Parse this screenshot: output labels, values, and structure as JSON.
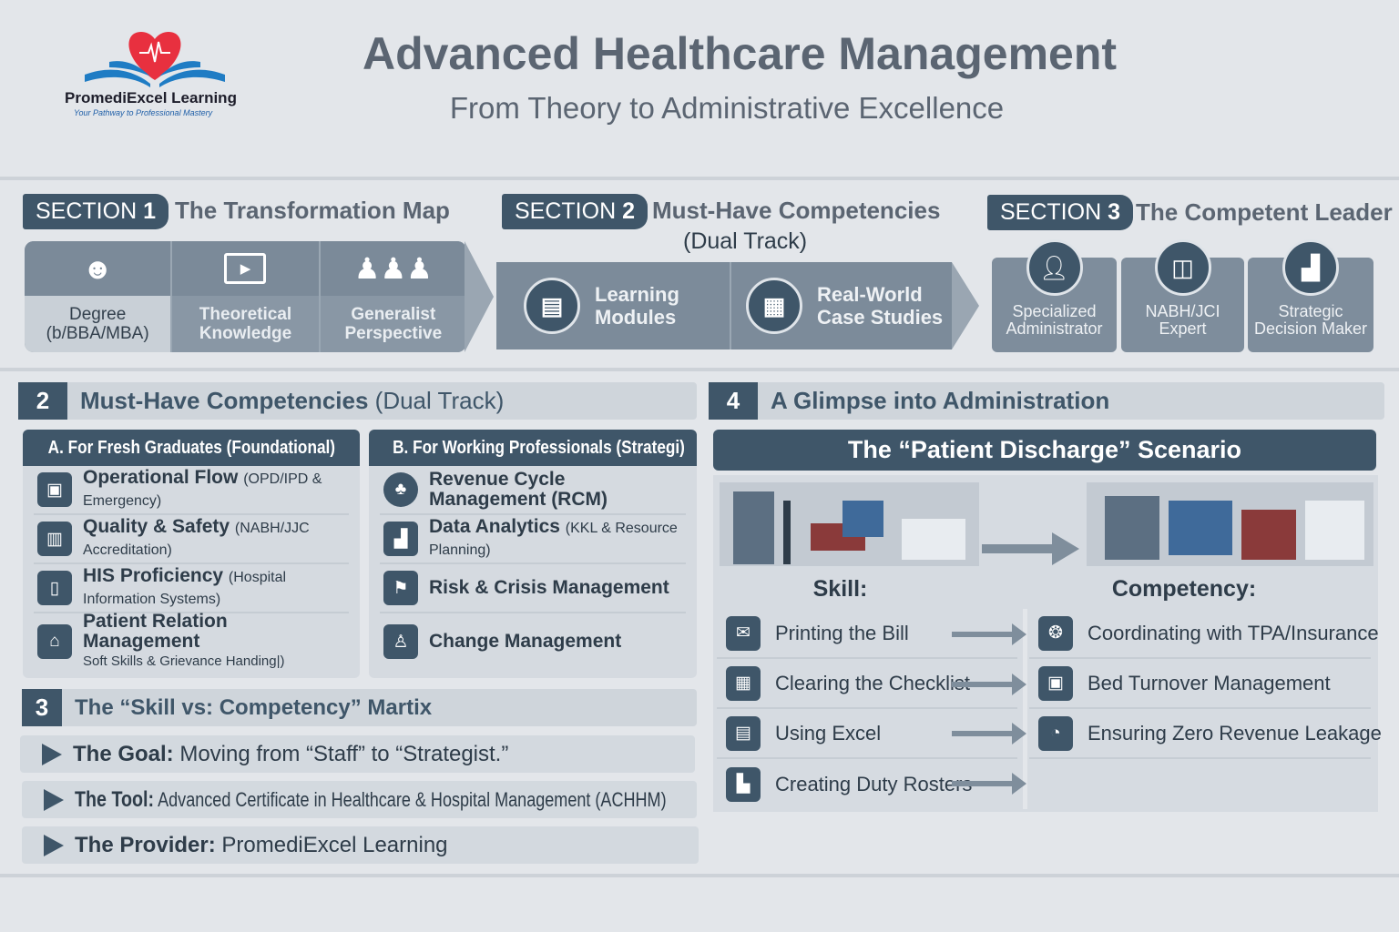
{
  "brand": {
    "name": "PromediExcel Learning",
    "tagline": "Your Pathway to Professional Mastery"
  },
  "header": {
    "title": "Advanced Healthcare Management",
    "subtitle": "From Theory to Administrative Excellence"
  },
  "section1": {
    "tag_word": "SECTION",
    "tag_num": "1",
    "title": "The Transformation Map",
    "steps": [
      {
        "label": "Degree",
        "sub": "(b/BBA/MBA)",
        "icon": "graduate-icon"
      },
      {
        "label": "Theoretical",
        "sub": "Knowledge",
        "icon": "video-screen-icon"
      },
      {
        "label": "Generalist",
        "sub": "Perspective",
        "icon": "people-group-icon"
      }
    ]
  },
  "section2": {
    "tag_word": "SECTION",
    "tag_num": "2",
    "title": "Must-Have Competencies",
    "subtitle": "(Dual Track)",
    "tracks": [
      {
        "line1": "Learning",
        "line2": "Modules",
        "icon": "modules-icon"
      },
      {
        "line1": "Real-World",
        "line2": "Case Studies",
        "icon": "grid-icon"
      }
    ]
  },
  "section3": {
    "tag_word": "SECTION",
    "tag_num": "3",
    "title": "The Competent Leader",
    "roles": [
      {
        "line1": "Specialized",
        "line2": "Administrator",
        "icon": "user-icon"
      },
      {
        "line1": "NABH/JCI",
        "line2": "Expert",
        "icon": "badge-icon"
      },
      {
        "line1": "Strategic",
        "line2": "Decision Maker",
        "icon": "chart-icon"
      }
    ]
  },
  "competencies": {
    "num": "2",
    "title": "Must-Have Competencies",
    "title_suffix": "(Dual Track)",
    "colA": {
      "header": "A. For Fresh Graduates (Foundational)",
      "items": [
        {
          "title": "Operational Flow",
          "detail": "(OPD/IPD & Emergency)"
        },
        {
          "title": "Quality & Safety",
          "detail": "(NABH/JJC Accreditation)"
        },
        {
          "title": "HIS Proficiency",
          "detail": "(Hospital Information Systems)"
        },
        {
          "title": "Patient Relation Management",
          "detail": "Soft Skills & Grievance Handing|)"
        }
      ]
    },
    "colB": {
      "header": "B. For Working Professionals (Strategi)",
      "items": [
        {
          "title": "Revenue Cycle Management (RCM)",
          "detail": ""
        },
        {
          "title": "Data Analytics",
          "detail": "(KKL & Resource Planning)"
        },
        {
          "title": "Risk & Crisis Management",
          "detail": ""
        },
        {
          "title": "Change Management",
          "detail": ""
        }
      ]
    }
  },
  "matrix": {
    "num": "3",
    "title": "The “Skill vs: Competency” Martix",
    "rows": [
      {
        "label": "The Goal:",
        "text": "Moving from “Staff” to “Strategist.”"
      },
      {
        "label": "The Tool:",
        "text": "Advanced Certificate in Healthcare & Hospital Management (ACHHM)"
      },
      {
        "label": "The Provider:",
        "text": "PromediExcel Learning"
      }
    ]
  },
  "admin": {
    "num": "4",
    "title": "A Glimpse into Administration",
    "scenario": "The “Patient Discharge” Scenario",
    "skill_header": "Skill:",
    "competency_header": "Competency:",
    "skills": [
      "Printing the Bill",
      "Clearing the Checklist",
      "Using Excel",
      "Creating Duty Rosters"
    ],
    "competencies": [
      "Coordinating with TPA/Insurance",
      "Bed Turnover Management",
      "Ensuring Zero Revenue Leakage"
    ]
  },
  "colors": {
    "primary": "#3f5669",
    "panel": "#7e8d9c",
    "background": "#e3e6ea",
    "logo_red": "#e8303f",
    "logo_blue": "#1f7cc4"
  }
}
